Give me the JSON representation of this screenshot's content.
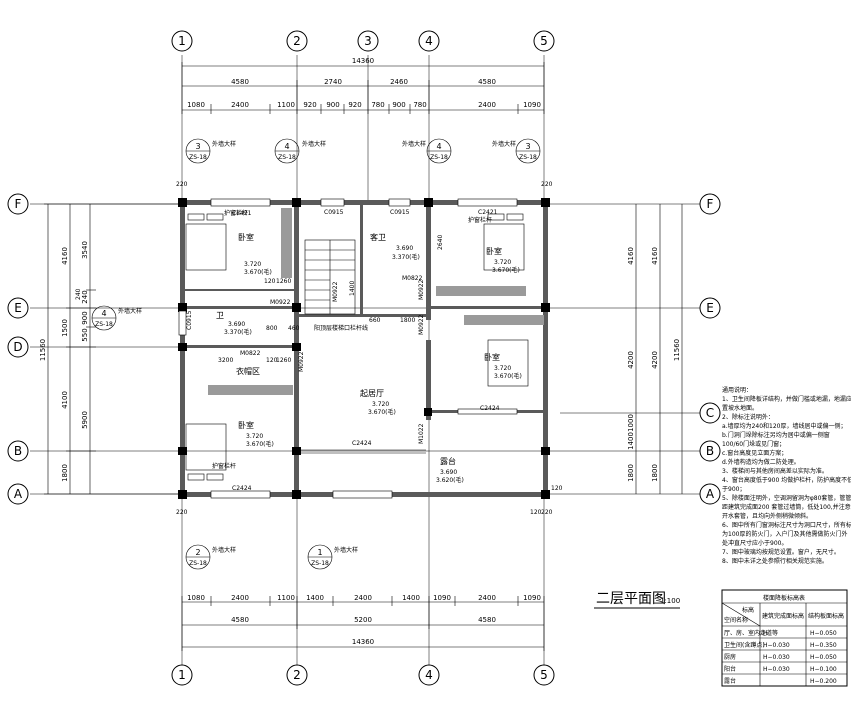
{
  "drawing": {
    "title": "二层平面图",
    "scale": "1:100",
    "grid_cols": [
      "1",
      "2",
      "3",
      "4",
      "5"
    ],
    "grid_rows": [
      "F",
      "E",
      "D",
      "C",
      "B",
      "A"
    ]
  },
  "dims": {
    "total_top": "14360",
    "total_bottom": "14360",
    "bays_top": [
      "4580",
      "2740",
      "2460",
      "4580"
    ],
    "bays_bottom": [
      "4580",
      "5200",
      "4580"
    ],
    "detail_top": [
      "1080",
      "2400",
      "1100",
      "920",
      "900",
      "920",
      "780",
      "900",
      "780",
      "2400",
      "1090"
    ],
    "detail_bottom": [
      "1080",
      "2400",
      "1100",
      "1400",
      "2400",
      "1400",
      "1090",
      "2400",
      "1090"
    ],
    "left_outer": "11560",
    "left_mid": [
      "4160",
      "1500",
      "4100",
      "1800"
    ],
    "left_inner": [
      "3540",
      "240",
      "550",
      "900",
      "5900"
    ],
    "right_outer": "11560",
    "right_mid": [
      "4160",
      "4200",
      "1800"
    ],
    "right_inner": [
      "4160",
      "4200",
      "1000",
      "1400",
      "1800"
    ],
    "corner": [
      "220",
      "220",
      "220",
      "220",
      "120",
      "120"
    ],
    "misc": [
      "3200",
      "800",
      "460",
      "120",
      "1260",
      "120",
      "1260",
      "660",
      "1800",
      "2640",
      "1400",
      "240"
    ]
  },
  "rooms": [
    {
      "name": "卧室",
      "elev": "3.720",
      "sub": "3.670(毛)"
    },
    {
      "name": "卧室",
      "elev": "3.720",
      "sub": "3.670(毛)"
    },
    {
      "name": "卧室",
      "elev": "3.720",
      "sub": "3.670(毛)"
    },
    {
      "name": "卧室",
      "elev": "3.720",
      "sub": "3.670(毛)"
    },
    {
      "name": "客卫",
      "elev": "3.690",
      "sub": "3.370(毛)"
    },
    {
      "name": "卫",
      "elev": "3.690",
      "sub": "3.370(毛)"
    },
    {
      "name": "起居厅",
      "elev": "3.720",
      "sub": "3.670(毛)"
    },
    {
      "name": "露台",
      "elev": "3.690",
      "sub": "3.620(毛)"
    },
    {
      "name": "衣帽区",
      "elev": "",
      "sub": ""
    }
  ],
  "labels": {
    "windows": [
      "C2421",
      "C0915",
      "C0915",
      "C2421",
      "C2424",
      "C2424",
      "C2424",
      "C0915"
    ],
    "doors": [
      "M0922",
      "M0922",
      "M0822",
      "M0822",
      "M0922",
      "M0922",
      "M1022",
      "M0922"
    ],
    "wardrobe": [
      "护窗栏杆",
      "护窗栏杆",
      "护窗栏杆"
    ],
    "stair_note": "阳顶层楼梯口栏杆线",
    "facade": "外墙大样",
    "details": [
      {
        "num": "3",
        "ref": "ZS-18"
      },
      {
        "num": "4",
        "ref": "ZS-18"
      },
      {
        "num": "4",
        "ref": "ZS-18"
      },
      {
        "num": "3",
        "ref": "ZS-18"
      },
      {
        "num": "4",
        "ref": "ZS-18"
      },
      {
        "num": "2",
        "ref": "ZS-18"
      },
      {
        "num": "1",
        "ref": "ZS-18"
      }
    ]
  },
  "notes": [
    "通用说明：",
    "1、卫生间降板详结构，并做门槛或地漏，地漏应",
    "   置坡水地面。",
    "2、除标注说明外：",
    "   a.墙厚均为240和120厚，墙线居中或偏一侧；",
    "   b.门洞门垛除标注另均为居中或偏一侧窗",
    "     100/60门垛或见门窗；",
    "   c.窗台高度见立面方案；",
    "   d.外墙构造均为做二防处理。",
    "3、楼梯间与其他房间高差以实际为准。",
    "4、窗台高度低于900 均做护栏杆，防护高度不低",
    "   于900；",
    "5、除楼面注明外，空调洞留洞为φ80套管，管管其",
    "   距建筑完成面200 套管过墙筒，低处100,并注意做",
    "   开水套管，且均向外侧稍微倾斜。",
    "6、图中所有门窗洞标注尺寸为洞口尺寸，所有标注",
    "   为100厚的防火门，入户门及其他需做防火门外",
    "   处冲直尺寸应小于900。",
    "7、图中玻璃均按规范设置。窗户，无尺寸。",
    "8、图中未详之处参照行相关规范实施。"
  ],
  "table": {
    "title": "楼面降板标高表",
    "head_a": "空间名称",
    "head_b": "标高",
    "head_c": "建筑完成面标高",
    "head_d": "结构板面标高",
    "rows": [
      {
        "name": "厅、房、室内走道等",
        "a": "H",
        "b": "H−0.050"
      },
      {
        "name": "卫生间(含蹲点)",
        "a": "H−0.030",
        "b": "H−0.350"
      },
      {
        "name": "厨房",
        "a": "H−0.030",
        "b": "H−0.050"
      },
      {
        "name": "阳台",
        "a": "H−0.030",
        "b": "H−0.100"
      },
      {
        "name": "露台",
        "a": "",
        "b": "H−0.200"
      }
    ]
  }
}
